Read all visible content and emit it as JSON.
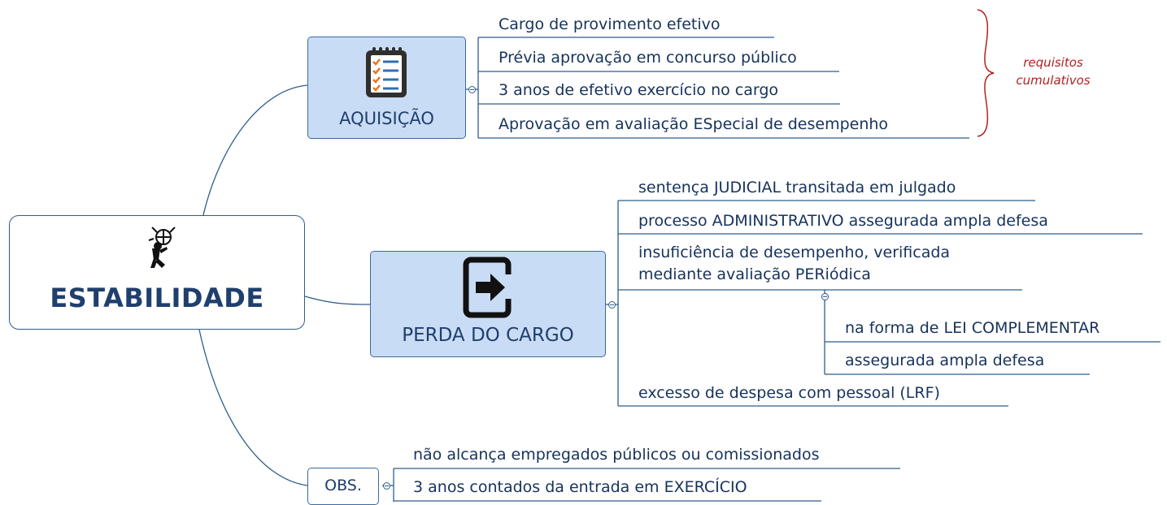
{
  "central": {
    "title": "ESTABILIDADE",
    "icon": "person-figure-icon"
  },
  "branches": [
    {
      "label": "AQUISIÇÃO",
      "icon": "checklist-icon",
      "items": [
        "Cargo de provimento efetivo",
        "Prévia aprovação em concurso público",
        "3 anos de efetivo exercício no cargo",
        "Aprovação em avaliação ESpecial de desempenho"
      ],
      "note": {
        "line1": "requisitos",
        "line2": "cumulativos"
      }
    },
    {
      "label": "PERDA DO CARGO",
      "icon": "exit-door-icon",
      "items": [
        "sentença JUDICIAL transitada em julgado",
        "processo ADMINISTRATIVO assegurada ampla defesa",
        {
          "line1": "insuficiência de desempenho, verificada",
          "line2": "mediante avaliação PERiódica",
          "children": [
            "na forma de LEI COMPLEMENTAR",
            "assegurada ampla defesa"
          ]
        },
        "excesso de despesa com pessoal (LRF)"
      ]
    },
    {
      "label": "OBS.",
      "items": [
        "não alcança empregados públicos ou comissionados",
        "3 anos contados da entrada em EXERCÍCIO"
      ]
    }
  ],
  "colors": {
    "accent": "#1f3f6e",
    "branch_fill": "#c9dcf5",
    "line": "#2e5d8c",
    "note": "#b22222"
  }
}
